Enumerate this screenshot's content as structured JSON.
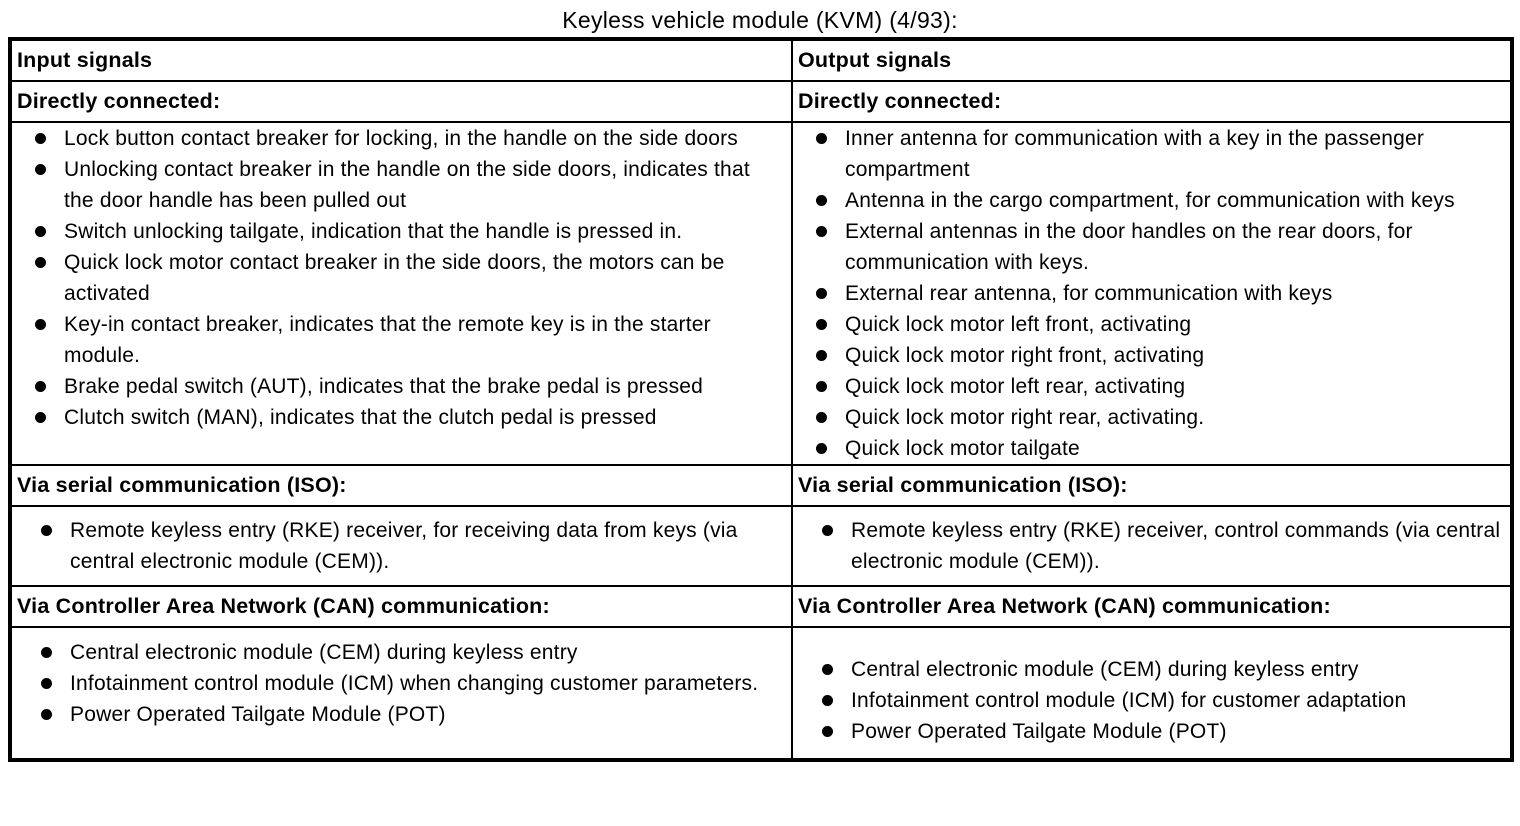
{
  "title": "Keyless vehicle module (KVM) (4/93):",
  "colors": {
    "text": "#000000",
    "border": "#000000",
    "background": "#ffffff"
  },
  "table": {
    "input": {
      "header": "Input signals",
      "sections": [
        {
          "heading": "Directly connected:",
          "items": [
            "Lock button contact breaker for locking, in the handle on the side doors",
            "Unlocking contact breaker in the handle on the side doors, indicates that the door handle has been pulled out",
            "Switch unlocking tailgate, indication that the handle is pressed in.",
            "Quick lock motor contact breaker in the side doors, the motors can be activated",
            "Key-in contact breaker, indicates that the remote key is in the starter module.",
            "Brake pedal switch (AUT), indicates that the brake pedal is pressed",
            "Clutch switch (MAN), indicates that the clutch pedal is pressed"
          ]
        },
        {
          "heading": "Via serial communication (ISO):",
          "items": [
            "Remote keyless entry (RKE) receiver, for receiving data from keys (via central electronic module (CEM))."
          ]
        },
        {
          "heading": "Via Controller Area Network (CAN) communication:",
          "items": [
            "Central electronic module (CEM) during keyless entry",
            "Infotainment control module (ICM) when changing customer parameters.",
            "Power Operated Tailgate Module (POT)"
          ]
        }
      ]
    },
    "output": {
      "header": "Output signals",
      "sections": [
        {
          "heading": "Directly connected:",
          "items": [
            "Inner antenna for communication with a key in the passenger compartment",
            "Antenna in the cargo compartment, for communication with keys",
            "External antennas in the door handles on the rear doors, for communication with keys.",
            "External rear antenna, for communication with keys",
            "Quick lock motor left front, activating",
            "Quick lock motor right front, activating",
            "Quick lock motor left rear, activating",
            "Quick lock motor right rear, activating.",
            "Quick lock motor tailgate"
          ]
        },
        {
          "heading": "Via serial communication (ISO):",
          "items": [
            "Remote keyless entry (RKE) receiver, control commands (via central electronic module (CEM))."
          ]
        },
        {
          "heading": "Via Controller Area Network (CAN) communication:",
          "items": [
            "Central electronic module (CEM) during keyless entry",
            "Infotainment control module (ICM) for customer adaptation",
            "Power Operated Tailgate Module (POT)"
          ]
        }
      ]
    }
  }
}
